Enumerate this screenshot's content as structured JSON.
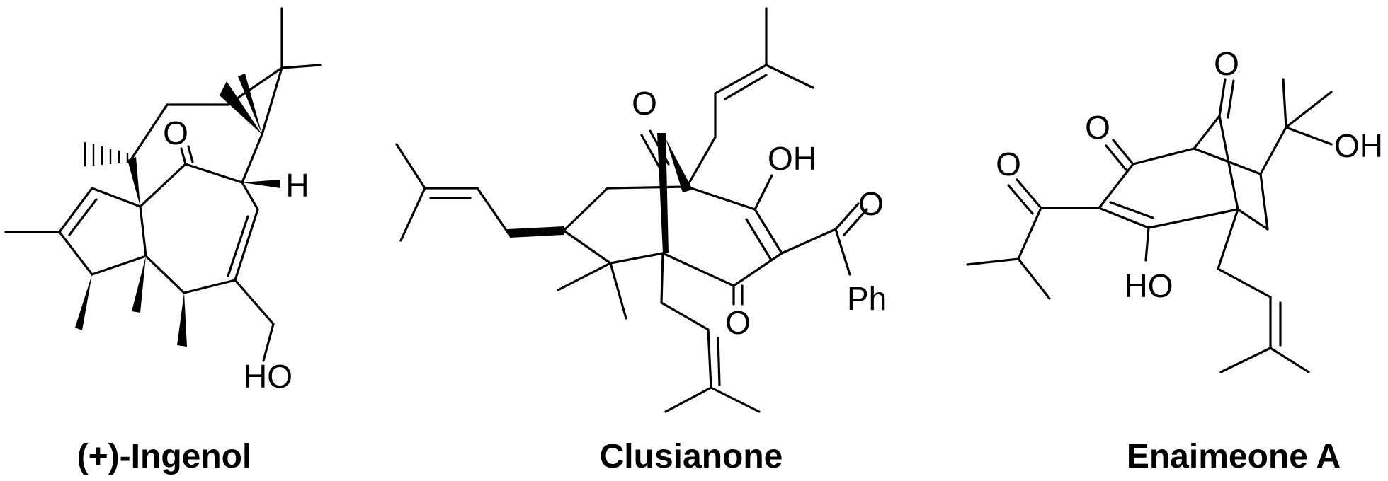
{
  "figure": {
    "compounds": [
      {
        "name": "(+)-Ingenol",
        "atom_labels": {
          "ketone_o": "O",
          "h": "H",
          "hydroxyl": "HO"
        }
      },
      {
        "name": "Clusianone",
        "atom_labels": {
          "bridge_o": "O",
          "enol_oh": "OH",
          "ketone_o": "O",
          "phenyl_o": "O",
          "phenyl": "Ph"
        }
      },
      {
        "name": "Enaimeone A",
        "atom_labels": {
          "bridge_o": "O",
          "ring_o": "O",
          "acyl_o": "O",
          "alcohol_oh": "OH",
          "enol_ho": "HO"
        }
      }
    ]
  }
}
